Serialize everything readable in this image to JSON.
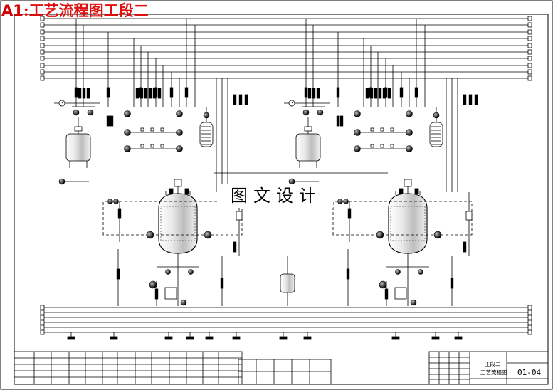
{
  "title": {
    "code": "A1",
    "separator": ":",
    "text": "工艺流程图工段二"
  },
  "watermark": "图文设计",
  "title_block": {
    "drawing_name_line1": "工段二",
    "drawing_name_line2": "工艺流程图",
    "drawing_number": "01-04"
  },
  "colors": {
    "line": "#000000",
    "title_red": "#e01010",
    "background": "#ffffff"
  },
  "icons": [
    "reactor-vessel-icon",
    "storage-tank-icon",
    "condenser-icon",
    "pump-icon",
    "gate-valve-icon",
    "pressure-gauge-icon",
    "flow-meter-icon",
    "receiver-tank-icon"
  ]
}
